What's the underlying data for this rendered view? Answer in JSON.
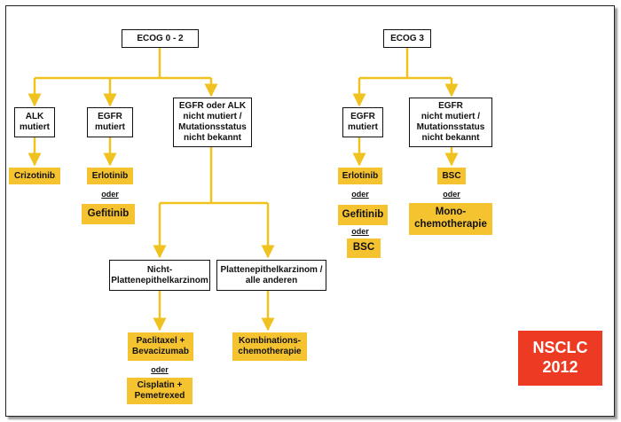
{
  "nodes": {
    "ecog02": "ECOG 0 - 2",
    "ecog3": "ECOG 3",
    "alk_mutiert": "ALK\nmutiert",
    "egfr_mutiert": "EGFR\nmutiert",
    "egfr_alk_nicht": "EGFR oder ALK\nnicht mutiert /\nMutationsstatus\nnicht bekannt",
    "crizotinib": "Crizotinib",
    "erlotinib": "Erlotinib",
    "gefitinib": "Gefitinib",
    "nicht_platten": "Nicht-\nPlattenepithelkarzinom",
    "platten": "Plattenepithelkarzinom /\nalle anderen",
    "paclitaxel": "Paclitaxel +\nBevacizumab",
    "cisplatin": "Cisplatin +\nPemetrexed",
    "kombination": "Kombinations-\nchemotherapie",
    "egfr_mutiert_3": "EGFR\nmutiert",
    "egfr_nicht_3": "EGFR\nnicht mutiert /\nMutationsstatus\nnicht bekannt",
    "erlotinib_3": "Erlotinib",
    "gefitinib_3": "Gefitinib",
    "bsc_3a": "BSC",
    "bsc_3b": "BSC",
    "mono": "Mono-\nchemotherapie"
  },
  "or_label": "oder",
  "badge": {
    "line1": "NSCLC",
    "line2": "2012"
  },
  "colors": {
    "line": "#f0c21f",
    "drug_fill": "#f6c330",
    "badge": "#ec3b22"
  }
}
